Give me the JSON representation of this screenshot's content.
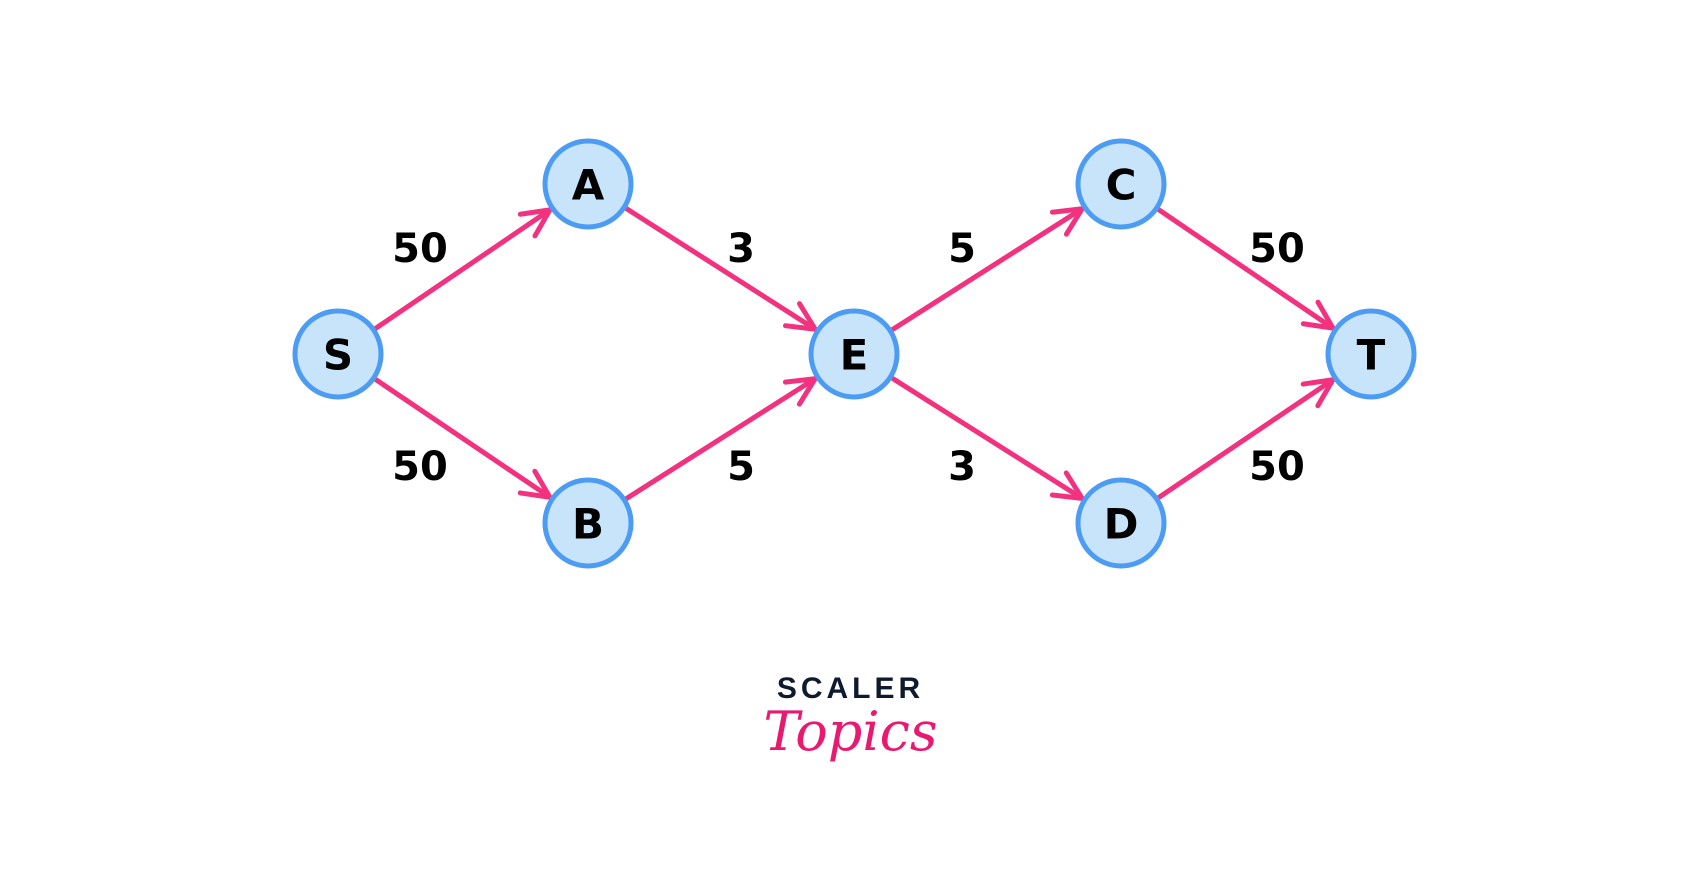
{
  "graph": {
    "nodes": [
      {
        "id": "S",
        "label": "S"
      },
      {
        "id": "A",
        "label": "A"
      },
      {
        "id": "B",
        "label": "B"
      },
      {
        "id": "E",
        "label": "E"
      },
      {
        "id": "C",
        "label": "C"
      },
      {
        "id": "D",
        "label": "D"
      },
      {
        "id": "T",
        "label": "T"
      }
    ],
    "edges": [
      {
        "from": "S",
        "to": "A",
        "weight": "50"
      },
      {
        "from": "S",
        "to": "B",
        "weight": "50"
      },
      {
        "from": "A",
        "to": "E",
        "weight": "3"
      },
      {
        "from": "B",
        "to": "E",
        "weight": "5"
      },
      {
        "from": "E",
        "to": "C",
        "weight": "5"
      },
      {
        "from": "E",
        "to": "D",
        "weight": "3"
      },
      {
        "from": "C",
        "to": "T",
        "weight": "50"
      },
      {
        "from": "D",
        "to": "T",
        "weight": "50"
      }
    ]
  },
  "colors": {
    "node_fill": "#c8e4fb",
    "node_stroke": "#4c9cf3",
    "edge": "#f3327f",
    "text": "#000000"
  },
  "logo": {
    "line1": "SCALER",
    "line2": "Topics"
  }
}
